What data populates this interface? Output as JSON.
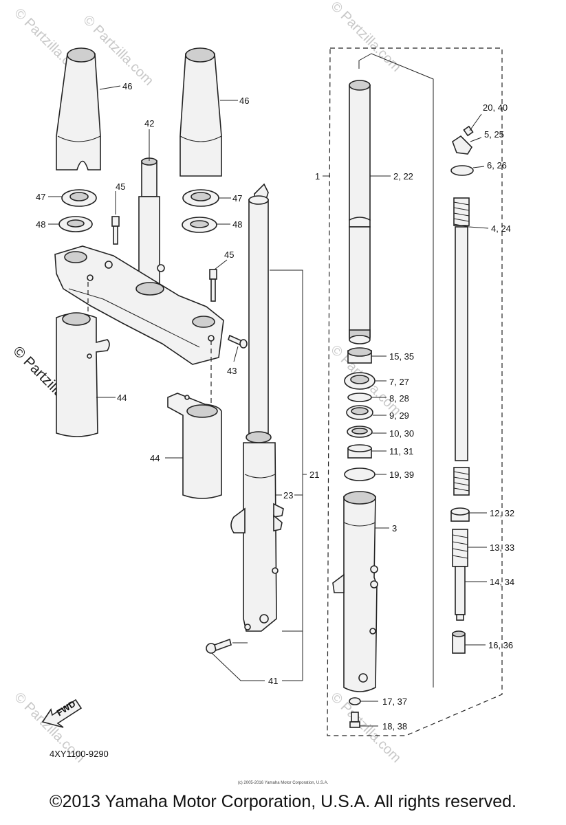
{
  "diagram": {
    "callouts": [
      "1",
      "2, 22",
      "3",
      "4, 24",
      "5, 25",
      "6, 26",
      "7, 27",
      "8, 28",
      "9, 29",
      "10, 30",
      "11, 31",
      "12, 32",
      "13, 33",
      "14, 34",
      "15, 35",
      "16, 36",
      "17, 37",
      "18, 38",
      "19, 39",
      "20, 40",
      "21",
      "23",
      "41",
      "42",
      "43",
      "44",
      "44",
      "45",
      "45",
      "46",
      "46",
      "47",
      "47",
      "48",
      "48"
    ],
    "fwd_label": "FWD",
    "diagram_code": "4XY1100-9290"
  },
  "watermarks": {
    "side": "© Partzilla.com",
    "faint": [
      "© Partzilla.com",
      "© Partzilla.com",
      "© Partzilla.com",
      "© Partzilla.com",
      "© Partzilla.com",
      "© Partzilla.com"
    ]
  },
  "footer": {
    "small": "(c) 2005-2016 Yamaha Motor Corporation, U.S.A.",
    "text": "©2013 Yamaha Motor Corporation, U.S.A. All rights reserved."
  }
}
